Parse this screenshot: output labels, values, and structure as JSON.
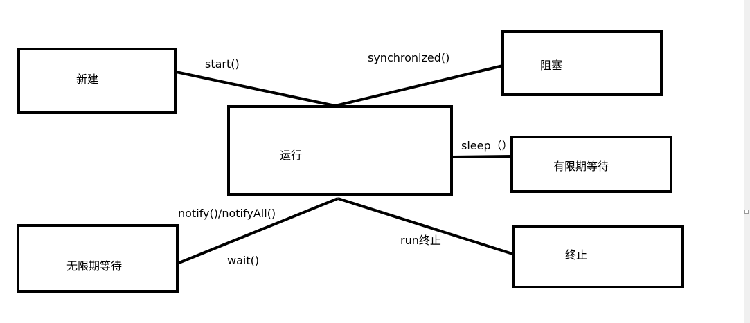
{
  "diagram": {
    "states": {
      "new": "新建",
      "running": "运行",
      "blocked": "阻塞",
      "timed_waiting": "有限期等待",
      "waiting": "无限期等待",
      "terminated": "终止"
    },
    "transitions": {
      "start": "start()",
      "synchronized": "synchronized()",
      "sleep": "sleep（）",
      "notify": "notify()/notifyAll()",
      "wait": "wait()",
      "run_end": "run终止"
    }
  }
}
